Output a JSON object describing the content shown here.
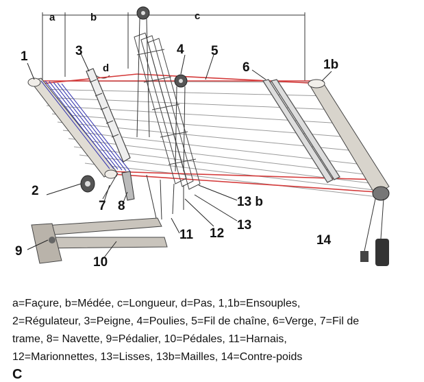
{
  "dimensions": {
    "a": "a",
    "b": "b",
    "c": "c",
    "d": "d"
  },
  "labels": {
    "n1": "1",
    "n1b": "1b",
    "n2": "2",
    "n3": "3",
    "n4": "4",
    "n5": "5",
    "n6": "6",
    "n7": "7",
    "n8": "8",
    "n9": "9",
    "n10": "10",
    "n11": "11",
    "n12": "12",
    "n13": "13",
    "n13b": "13 b",
    "n14": "14"
  },
  "legend": {
    "line1": "a=Façure, b=Médée, c=Longueur, d=Pas, 1,1b=Ensouples,",
    "line2": "2=Régulateur, 3=Peigne, 4=Poulies, 5=Fil de chaîne, 6=Verge, 7=Fil de",
    "line3": "trame, 8= Navette, 9=Pédalier, 10=Pédales, 11=Harnais,",
    "line4": "12=Marionnettes, 13=Lisses, 13b=Mailles, 14=Contre-poids"
  },
  "cut_heading": "C",
  "colors": {
    "warp_red": "#d43a3a",
    "woven_blue": "#3b3bb0",
    "wood": "#c9c4bc"
  }
}
